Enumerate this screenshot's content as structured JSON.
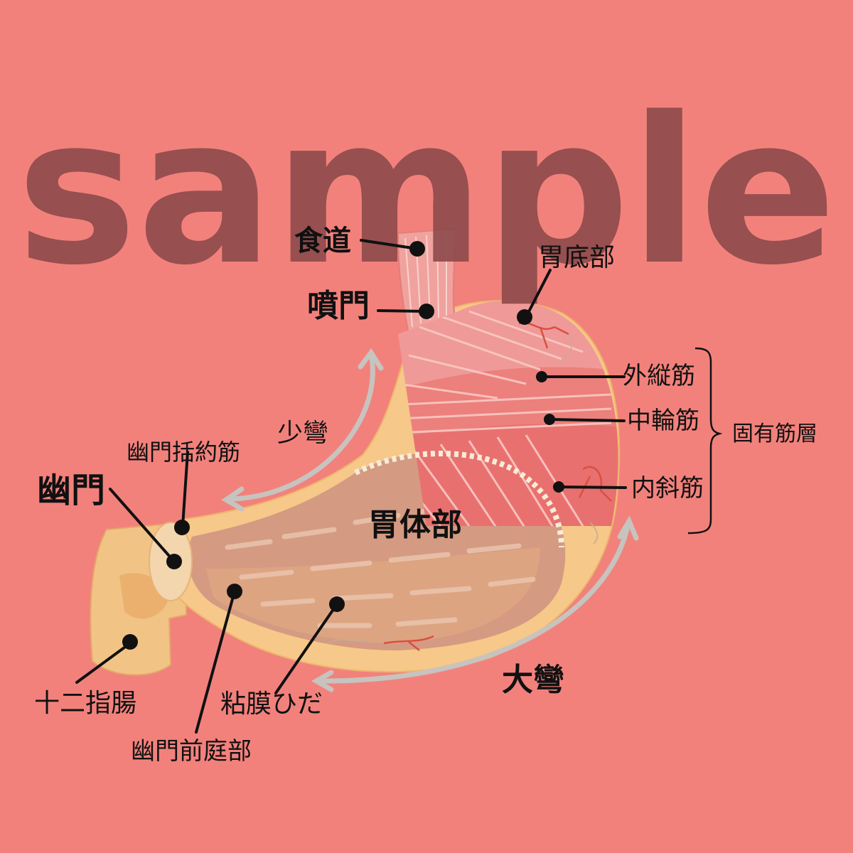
{
  "watermark": "sample",
  "labels": {
    "esophagus": "食道",
    "cardia": "噴門",
    "fundus": "胃底部",
    "longitudinal": "外縦筋",
    "circular": "中輪筋",
    "oblique": "内斜筋",
    "muscularis": "固有筋層",
    "lesser_curvature": "少彎",
    "pyloric_sphincter": "幽門括約筋",
    "pylorus": "幽門",
    "body": "胃体部",
    "duodenum": "十二指腸",
    "mucosal_folds": "粘膜ひだ",
    "antrum": "幽門前庭部",
    "greater_curvature": "大彎"
  },
  "colors": {
    "background": "#f2817c",
    "watermark": "#8e4a4b",
    "stomach_outer": "#f6c889",
    "mucosa": "#d59a82",
    "muscle": "#e8716f",
    "arrow": "#c7c3bf",
    "leader": "#111111"
  }
}
